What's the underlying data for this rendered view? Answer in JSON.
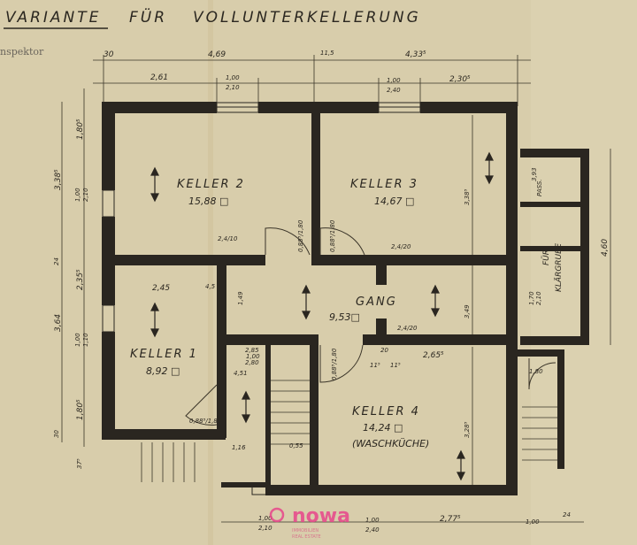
{
  "title": {
    "part1": "VARIANTE",
    "part2": "FÜR",
    "part3": "VOLLUNTERKELLERUNG"
  },
  "stamp_text": "nspektor",
  "rooms": {
    "keller2": {
      "name": "KELLER 2",
      "area": "15,88 □"
    },
    "keller3": {
      "name": "KELLER 3",
      "area": "14,67 □"
    },
    "gang": {
      "name": "GANG",
      "area": "9,53□"
    },
    "keller1": {
      "name": "KELLER 1",
      "area": "8,92 □"
    },
    "keller4": {
      "name": "KELLER 4",
      "area": "14,24 □",
      "note": "(WASCHKÜCHE)"
    },
    "annex": {
      "upper": "PASS.",
      "label1": "FÜR",
      "label2": "KLÄRGRUBE"
    }
  },
  "dimensions": {
    "top_outer": [
      "30",
      "4,69",
      "11,5",
      "4,33⁵"
    ],
    "top_inner": [
      "2,61",
      "1,00",
      "2,10",
      "1,00",
      "2,40",
      "2,30⁵"
    ],
    "left_outer": [
      "3,38⁵",
      "24",
      "3,64",
      "30"
    ],
    "left_inner": [
      "1,80⁵",
      "1,00",
      "2,10",
      "2,35⁵",
      "1,00",
      "1,10",
      "1,80⁵",
      "37⁵"
    ],
    "interior": [
      "2,45",
      "2,4/10",
      "0,88⁵/1,80",
      "0,88⁵/1,80",
      "2,4/20",
      "2,4/20",
      "1,49",
      "3,49",
      "3,38⁵",
      "2,85",
      "1,00",
      "2,80",
      "4,51",
      "1,16",
      "0,55",
      "0,88⁵/1,80",
      "2,65⁵",
      "20",
      "11⁵",
      "11⁵",
      "3,28⁵",
      "0,88⁵/1,80",
      "4,5",
      "3,93",
      "4,60",
      "1,70",
      "2,10",
      "1,80"
    ],
    "bottom": [
      "1,00",
      "2,10",
      "1,00",
      "2,40",
      "2,77⁵",
      "1,00",
      "24"
    ]
  },
  "logo": {
    "text": "nowa",
    "color": "#e8458b",
    "accent": "#f0a030",
    "subtext1": "IMMOBILIEN",
    "subtext2": "REAL ESTATE"
  },
  "colors": {
    "paper": "#d8cdab",
    "ink": "#2a2620"
  }
}
